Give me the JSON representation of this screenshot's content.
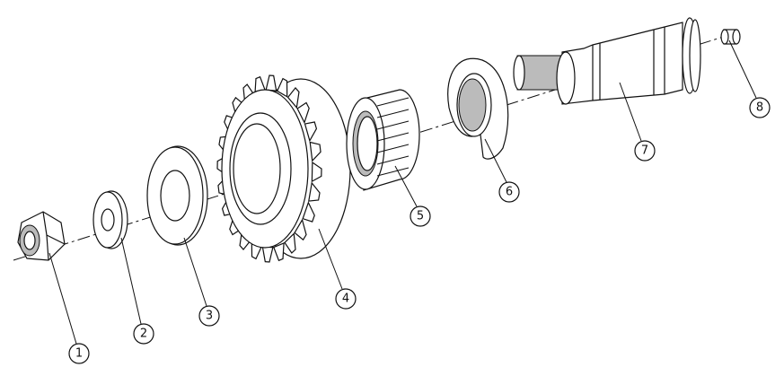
{
  "diagram": {
    "type": "exploded-parts-view",
    "callouts": [
      {
        "label": "1",
        "part": "lock-nut"
      },
      {
        "label": "2",
        "part": "small-washer"
      },
      {
        "label": "3",
        "part": "large-washer"
      },
      {
        "label": "4",
        "part": "spur-gear"
      },
      {
        "label": "5",
        "part": "needle-bearing"
      },
      {
        "label": "6",
        "part": "thrust-washer"
      },
      {
        "label": "7",
        "part": "shaft"
      },
      {
        "label": "8",
        "part": "plug"
      }
    ]
  }
}
